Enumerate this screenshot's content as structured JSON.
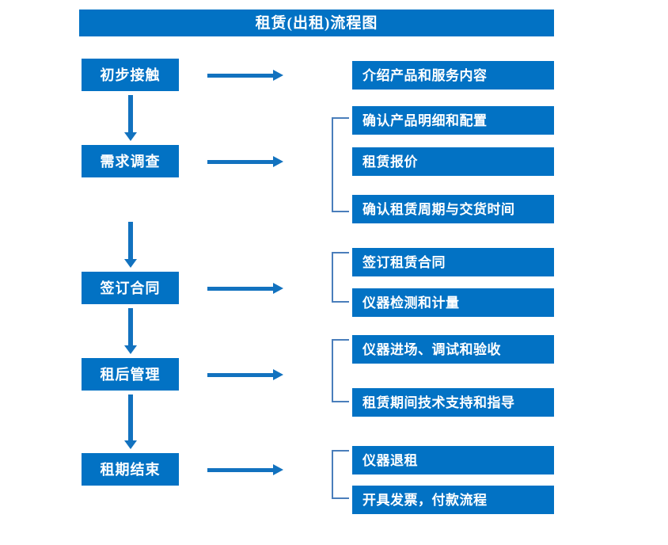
{
  "title": "租赁(出租)流程图",
  "colors": {
    "box_fill": "#0272c4",
    "box_text": "#ffffff",
    "arrow": "#1272bf",
    "bracket": "#4a7ebb",
    "background": "#ffffff"
  },
  "stages": [
    {
      "label": "初步接触"
    },
    {
      "label": "需求调查"
    },
    {
      "label": "签订合同"
    },
    {
      "label": "租后管理"
    },
    {
      "label": "租期结束"
    }
  ],
  "details": [
    {
      "label": "介绍产品和服务内容"
    },
    {
      "label": "确认产品明细和配置"
    },
    {
      "label": "租赁报价"
    },
    {
      "label": "确认租赁周期与交货时间"
    },
    {
      "label": "签订租赁合同"
    },
    {
      "label": "仪器检测和计量"
    },
    {
      "label": "仪器进场、调试和验收"
    },
    {
      "label": "租赁期间技术支持和指导"
    },
    {
      "label": "仪器退租"
    },
    {
      "label": "开具发票，付款流程"
    }
  ],
  "groups": [
    {
      "name": "需求调查-group",
      "members": [
        "确认产品明细和配置",
        "租赁报价",
        "确认租赁周期与交货时间"
      ]
    },
    {
      "name": "签订合同-group",
      "members": [
        "签订租赁合同",
        "仪器检测和计量"
      ]
    },
    {
      "name": "租后管理-group",
      "members": [
        "仪器进场、调试和验收",
        "租赁期间技术支持和指导"
      ]
    },
    {
      "name": "租期结束-group",
      "members": [
        "仪器退租",
        "开具发票，付款流程"
      ]
    }
  ],
  "connectors": {
    "horizontal_count": 5,
    "vertical_count": 4
  }
}
